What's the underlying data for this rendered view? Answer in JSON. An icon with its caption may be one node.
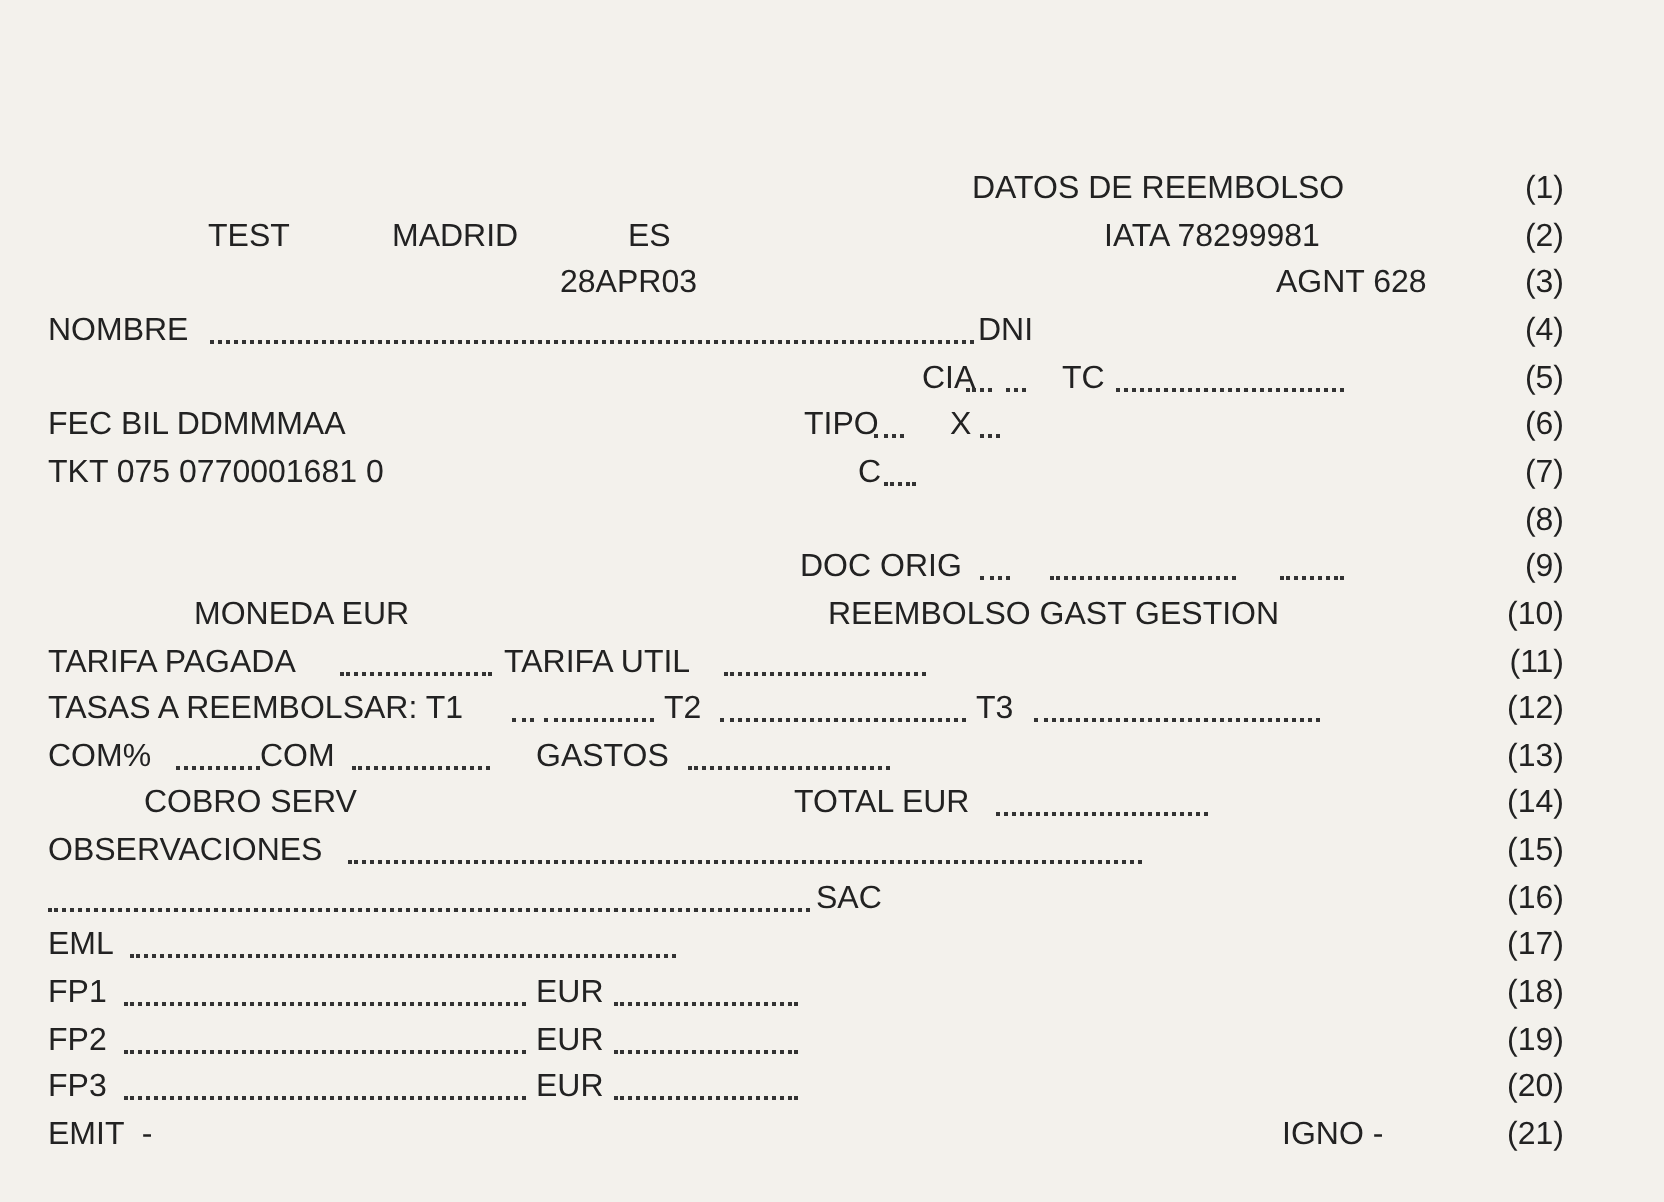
{
  "diagram": {
    "labels": [
      "DATOS DE REEMBOLSO",
      "(1)",
      "TEST",
      "MADRID",
      "ES",
      "IATA 78299981",
      "(2)",
      "28APR03",
      "AGNT 628",
      "(3)",
      "NOMBRE",
      "DNI",
      "(4)",
      "CIA",
      "TC",
      "(5)",
      "FEC BIL DDMMMAA",
      "TIPO",
      "X",
      "(6)",
      "TKT 075 0770001681 0",
      "C",
      "(7)",
      "(8)",
      "DOC ORIG",
      "(9)",
      "MONEDA EUR",
      "REEMBOLSO GAST GESTION",
      "(10)",
      "TARIFA PAGADA",
      "TARIFA UTIL",
      "(11)",
      "TASAS A REEMBOLSAR: T1",
      "T2",
      "T3",
      "(12)",
      "COM%",
      "COM",
      "GASTOS",
      "(13)",
      "COBRO SERV",
      "TOTAL EUR",
      "(14)",
      "OBSERVACIONES",
      "(15)",
      "SAC",
      "(16)",
      "EML",
      "(17)",
      "FP1",
      "EUR",
      "(18)",
      "FP2",
      "EUR",
      "(19)",
      "FP3",
      "EUR",
      "(20)",
      "EMIT  -",
      "IGNO -",
      "(21)"
    ]
  }
}
